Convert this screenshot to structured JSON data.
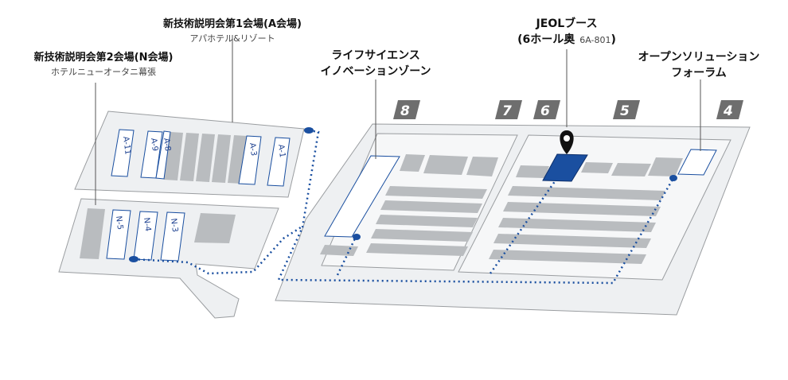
{
  "labels": {
    "seminar_a": {
      "title": "新技術説明会第1会場(A会場)",
      "sub": "アパホテル&リゾート"
    },
    "seminar_n": {
      "title": "新技術説明会第2会場(N会場)",
      "sub": "ホテルニューオータニ幕張"
    },
    "life_science": {
      "line1": "ライフサイエンス",
      "line2": "イノベーションゾーン"
    },
    "jeol": {
      "line1": "JEOLブース",
      "line2": "(6ホール奥",
      "booth_no": "6A-801",
      "close": ")"
    },
    "open_solution": {
      "line1": "オープンソリューション",
      "line2": "フォーラム"
    }
  },
  "halls": [
    "8",
    "7",
    "6",
    "5",
    "4"
  ],
  "rooms_a": [
    "A-11",
    "A-9",
    "A-8",
    "A-3",
    "A-1"
  ],
  "rooms_n": [
    "N-5",
    "N-4",
    "N-3"
  ],
  "colors": {
    "route": "#1a4fa0",
    "jeol_booth": "#1a4fa0",
    "floor": "#eef0f2",
    "block": "#b9bcbf",
    "hall_badge": "#6e6e6e"
  },
  "icons": {
    "marker": "map-pin-icon"
  }
}
